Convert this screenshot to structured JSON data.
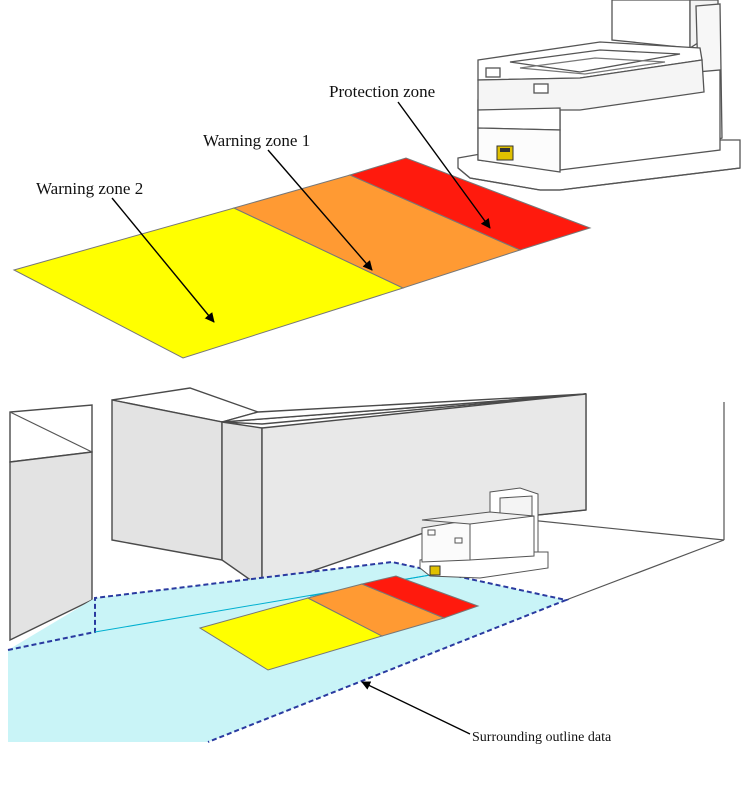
{
  "top_diagram": {
    "labels": {
      "protection_zone": "Protection zone",
      "warning_zone_1": "Warning zone 1",
      "warning_zone_2": "Warning zone 2"
    }
  },
  "bottom_diagram": {
    "labels": {
      "surrounding_outline": "Surrounding outline data"
    }
  },
  "colors": {
    "protection_zone": "#ff1a0d",
    "warning_zone_1": "#ff9a33",
    "warning_zone_2": "#ffff00",
    "outline_area": "#c9f4f7",
    "outline_dash": "#2a3aa0",
    "scanner": "#e0c000"
  }
}
